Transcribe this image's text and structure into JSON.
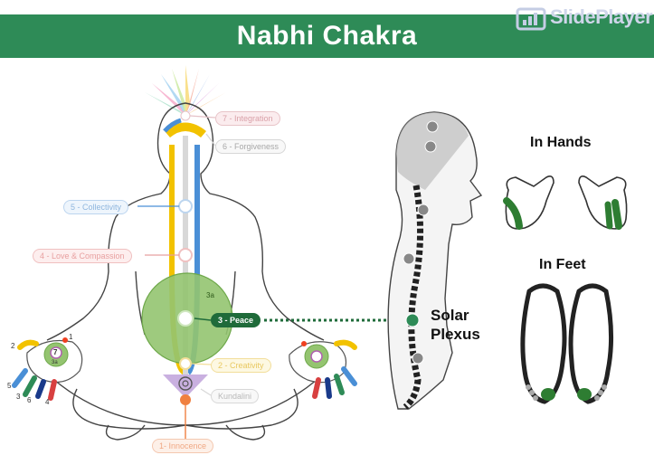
{
  "title": "Nabhi Chakra",
  "watermark": "SlidePlayer",
  "labels": {
    "integration": "7 - Integration",
    "forgiveness": "6 - Forgiveness",
    "collectivity": "5 - Collectivity",
    "love": "4 - Love & Compassion",
    "peace": "3 - Peace",
    "three_a": "3a",
    "creativity": "2 - Creativity",
    "kundalini": "Kundalini",
    "innocence": "1- Innocence"
  },
  "left_hand_numbers": [
    "1",
    "2",
    "3",
    "4",
    "5",
    "6"
  ],
  "right_hand_numbers": [
    "7",
    "3a"
  ],
  "solar_plexus": [
    "Solar",
    "Plexus"
  ],
  "in_hands": "In Hands",
  "in_feet": "In Feet",
  "colors": {
    "banner": "#2e8b57",
    "peace_green": "#1f6b3a",
    "nabhi_green": "#2e8b57",
    "sushumna_yellow": "#f2c200",
    "ida_blue": "#4a8fd6"
  }
}
